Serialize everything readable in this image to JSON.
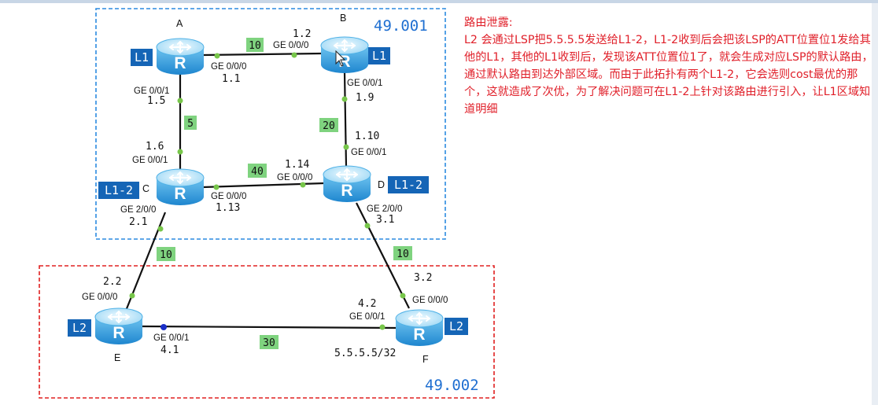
{
  "areas": [
    {
      "id": "top",
      "label": "49.001",
      "color": "#2b8ae0"
    },
    {
      "id": "bottom",
      "label": "49.002",
      "color": "#e02020"
    }
  ],
  "routers": [
    {
      "id": "A",
      "name": "A",
      "level": "L1"
    },
    {
      "id": "B",
      "name": "B",
      "level": "L1"
    },
    {
      "id": "C",
      "name": "C",
      "level": "L1-2"
    },
    {
      "id": "D",
      "name": "D",
      "level": "L1-2"
    },
    {
      "id": "E",
      "name": "E",
      "level": "L2"
    },
    {
      "id": "F",
      "name": "F",
      "level": "L2"
    }
  ],
  "links": [
    {
      "from": "A",
      "to": "B",
      "cost": "10"
    },
    {
      "from": "A",
      "to": "C",
      "cost": "5"
    },
    {
      "from": "B",
      "to": "D",
      "cost": "20"
    },
    {
      "from": "C",
      "to": "D",
      "cost": "40"
    },
    {
      "from": "C",
      "to": "E",
      "cost": "10"
    },
    {
      "from": "D",
      "to": "F",
      "cost": "10"
    },
    {
      "from": "E",
      "to": "F",
      "cost": "30"
    }
  ],
  "interfaces": [
    {
      "id": "a_ge000",
      "port": "GE 0/0/0",
      "ip": "1.1"
    },
    {
      "id": "b_ge000",
      "port": "GE 0/0/0",
      "ip": "1.2"
    },
    {
      "id": "a_ge001",
      "port": "GE 0/0/1",
      "ip": "1.5"
    },
    {
      "id": "c_ge001",
      "port": "GE 0/0/1",
      "ip": "1.6"
    },
    {
      "id": "b_ge001",
      "port": "GE 0/0/1",
      "ip": "1.9"
    },
    {
      "id": "d_ge001",
      "port": "GE 0/0/1",
      "ip": "1.10"
    },
    {
      "id": "c_ge000",
      "port": "GE 0/0/0",
      "ip": "1.13"
    },
    {
      "id": "d_ge000",
      "port": "GE 0/0/0",
      "ip": "1.14"
    },
    {
      "id": "c_ge200",
      "port": "GE 2/0/0",
      "ip": "2.1"
    },
    {
      "id": "d_ge200",
      "port": "GE 2/0/0",
      "ip": "3.1"
    },
    {
      "id": "e_ge000",
      "port": "GE 0/0/0",
      "ip": "2.2"
    },
    {
      "id": "f_ge000",
      "port": "GE 0/0/0",
      "ip": "3.2"
    },
    {
      "id": "e_ge001",
      "port": "GE 0/0/1",
      "ip": "4.1"
    },
    {
      "id": "f_ge001",
      "port": "GE 0/0/1",
      "ip": "4.2"
    }
  ],
  "loopback": "5.5.5.5/32",
  "note": {
    "title": "路由泄露:",
    "body": "L2 会通过LSP把5.5.5.5发送给L1-2，L1-2收到后会把该LSP的ATT位置位1发给其他的L1，其他的L1收到后，发现该ATT位置位1了，就会生成对应LSP的默认路由，通过默认路由到达外部区域。而由于此拓扑有两个L1-2，它会选则cost最优的那个，这就造成了次优，为了解决问题可在L1-2上针对该路由进行引入，让L1区域知道明细"
  },
  "colors": {
    "router_light": "#cfeeff",
    "router_dark": "#2f9bd8",
    "level_badge": "#1565b6",
    "cost_badge": "#7fd37f",
    "link_dot": "#77c64a",
    "link_dot_blue": "#1a2fc8",
    "note_text": "#e0202a"
  }
}
